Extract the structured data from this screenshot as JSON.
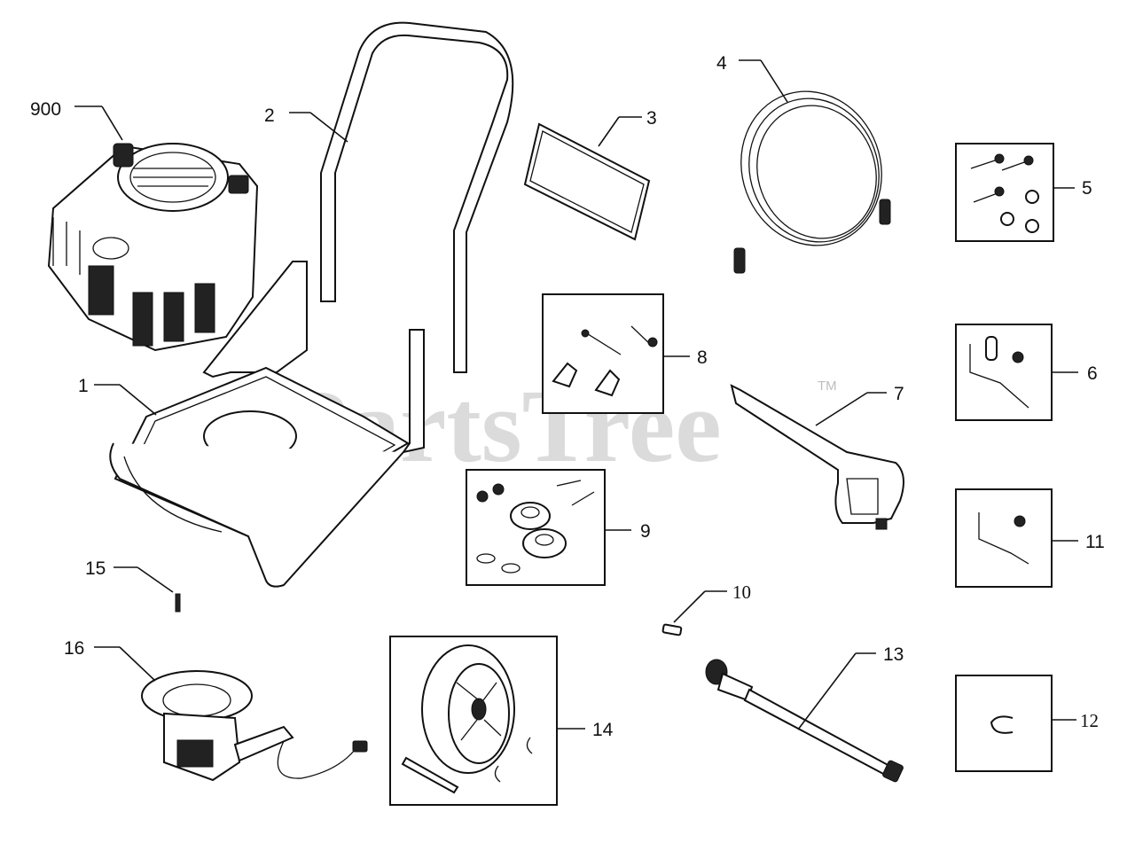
{
  "watermark": {
    "text": "PartsTree",
    "trademark": "TM"
  },
  "callouts": {
    "c900": "900",
    "c1": "1",
    "c2": "2",
    "c3": "3",
    "c4": "4",
    "c5": "5",
    "c6": "6",
    "c7": "7",
    "c8": "8",
    "c9": "9",
    "c10": "10",
    "c11": "11",
    "c12": "12",
    "c13": "13",
    "c14": "14",
    "c15": "15",
    "c16": "16"
  }
}
